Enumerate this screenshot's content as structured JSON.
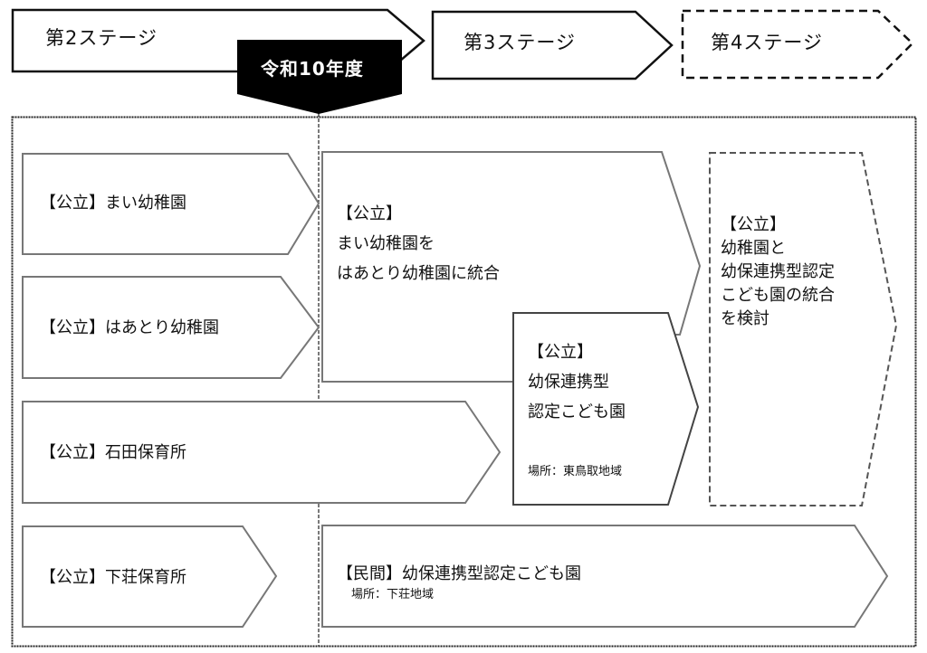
{
  "stages": [
    {
      "label": "第2ステージ",
      "style": "solid"
    },
    {
      "label": "第3ステージ",
      "style": "solid"
    },
    {
      "label": "第4ステージ",
      "style": "dashed"
    }
  ],
  "milestone": {
    "label": "令和10年度"
  },
  "current": [
    {
      "label": "【公立】まい幼稚園"
    },
    {
      "label": "【公立】はあとり幼稚園"
    },
    {
      "label": "【公立】石田保育所"
    },
    {
      "label": "【公立】下荘保育所"
    }
  ],
  "stage3": {
    "merge": {
      "type": "【公立】",
      "lines": [
        "まい幼稚園を",
        "はあとり幼稚園に統合"
      ]
    },
    "kodomoen": {
      "type": "【公立】",
      "lines": [
        "幼保連携型",
        "認定こども園"
      ],
      "place": "場所：東鳥取地域"
    },
    "private": {
      "title": "【民間】幼保連携型認定こども園",
      "place": "場所：下荘地域"
    }
  },
  "stage4": {
    "type": "【公立】",
    "lines": [
      "幼稚園と",
      "幼保連携型認定",
      "こども園の統合",
      "を検討"
    ]
  }
}
